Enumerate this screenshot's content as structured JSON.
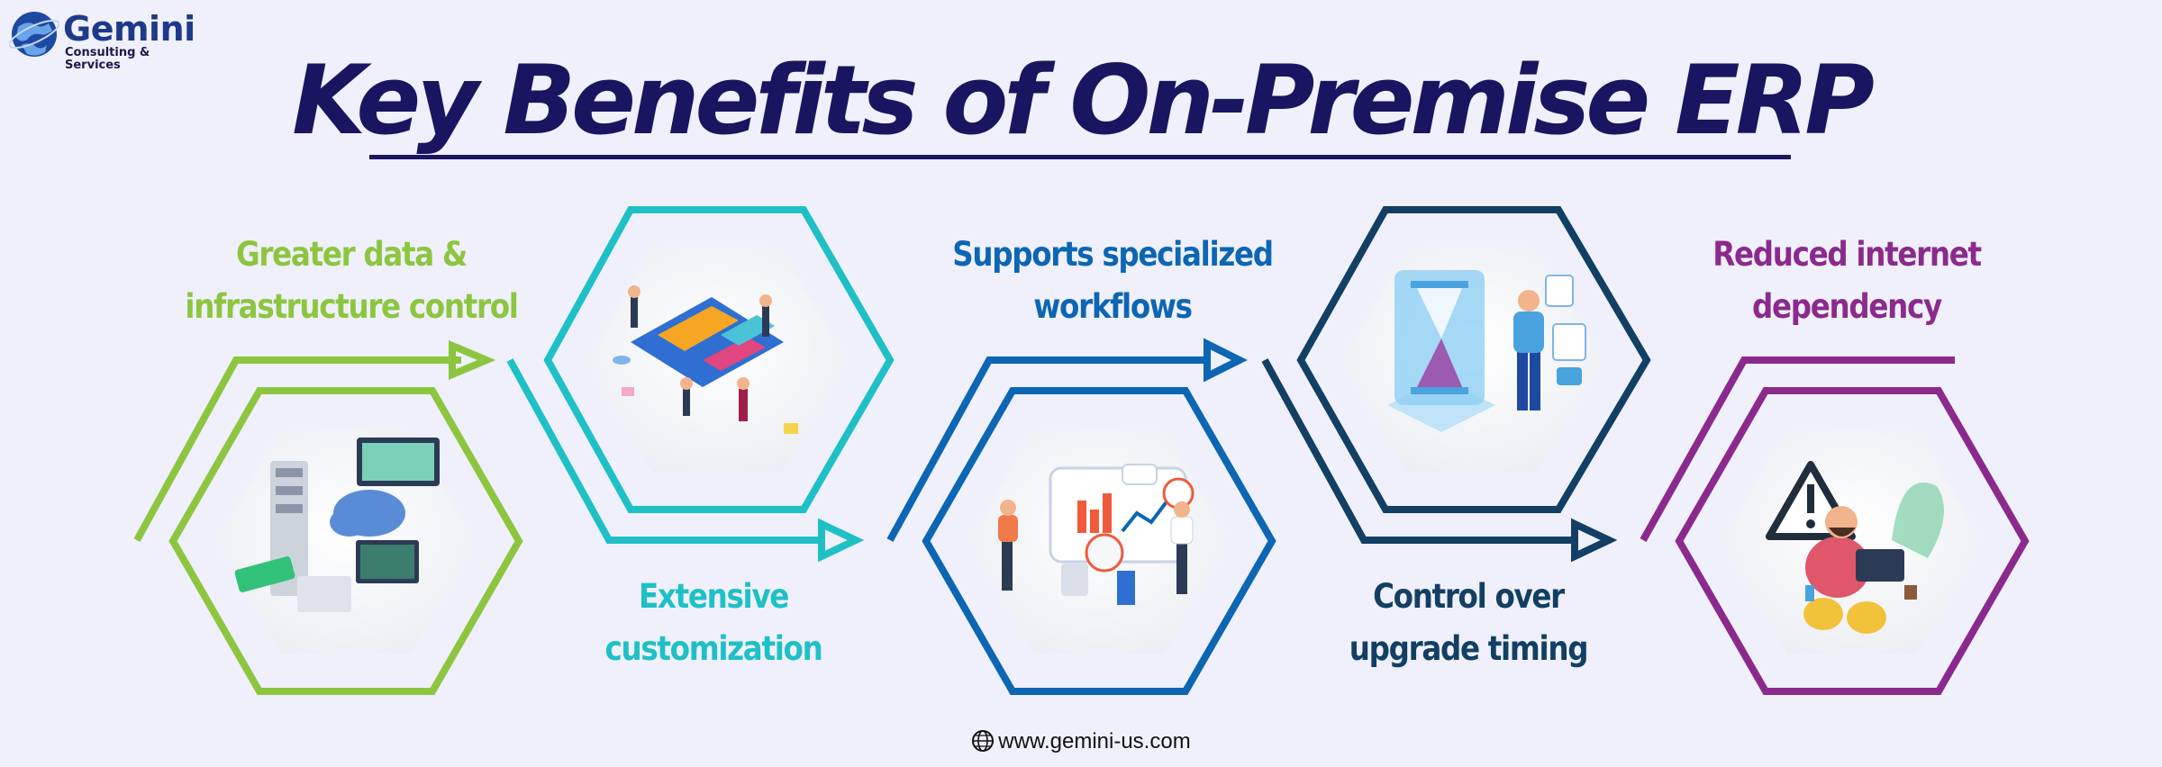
{
  "brand": {
    "name": "Gemini",
    "tagline": "Consulting & Services"
  },
  "title": "Key Benefits of On-Premise ERP",
  "benefits": [
    {
      "label_line1": "Greater data &",
      "label_line2": "infrastructure control",
      "color": "#8cc63f",
      "icon": "server-cloud-icon"
    },
    {
      "label_line1": "Extensive",
      "label_line2": "customization",
      "color": "#1ec0c6",
      "icon": "dashboard-team-icon"
    },
    {
      "label_line1": "Supports specialized",
      "label_line2": "workflows",
      "color": "#0c66b3",
      "icon": "analytics-workflow-icon"
    },
    {
      "label_line1": "Control over",
      "label_line2": "upgrade timing",
      "color": "#123f63",
      "icon": "hourglass-timing-icon"
    },
    {
      "label_line1": "Reduced internet",
      "label_line2": "dependency",
      "color": "#8b2a8c",
      "icon": "warning-disconnect-icon"
    }
  ],
  "footer": {
    "url": "www.gemini-us.com",
    "icon": "globe-icon"
  }
}
